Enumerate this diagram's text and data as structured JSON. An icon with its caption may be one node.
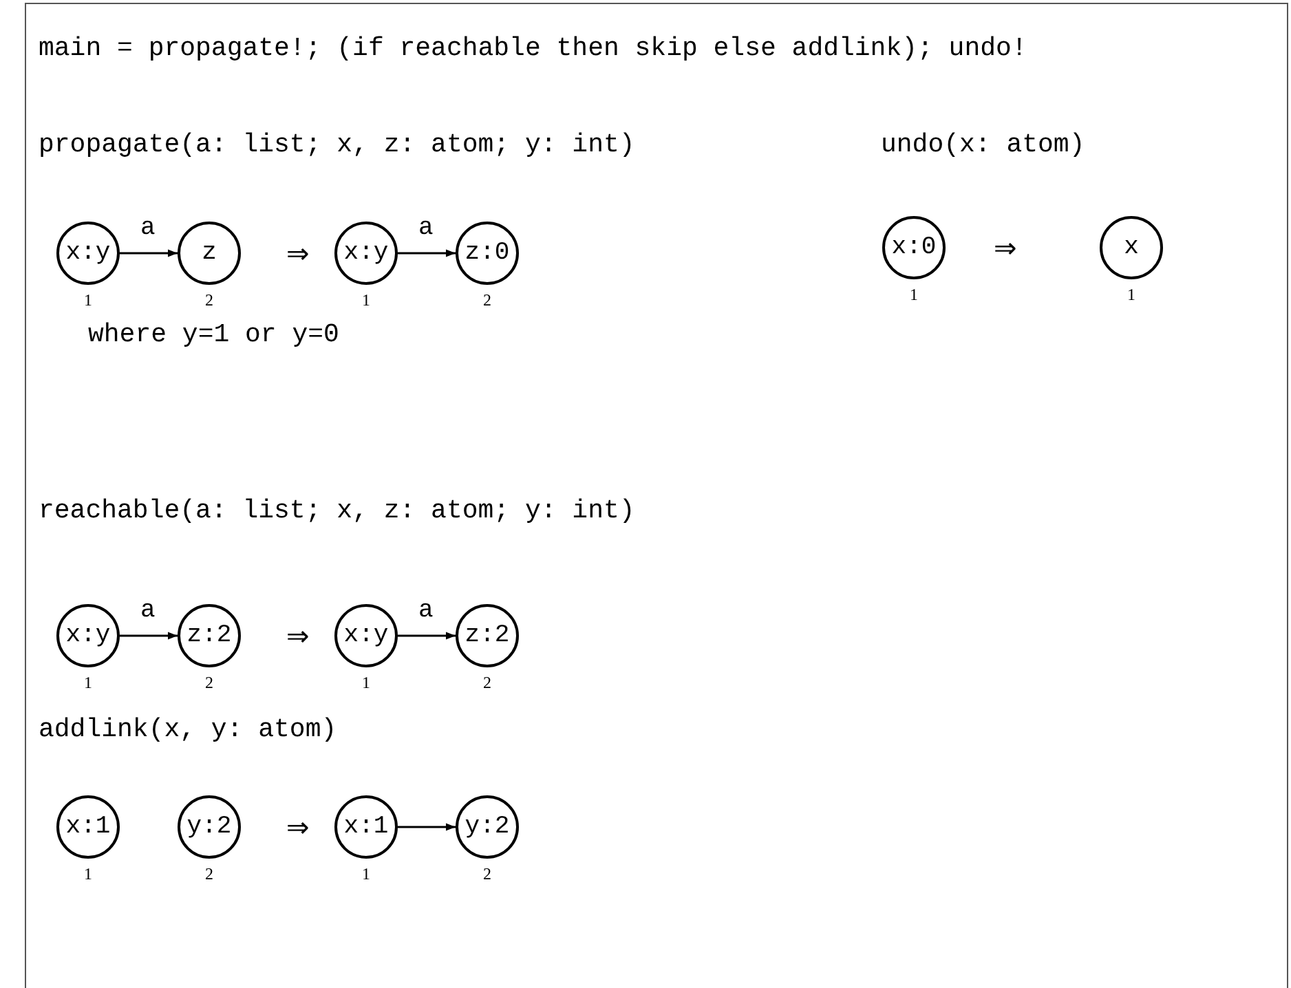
{
  "diagram": {
    "nodes": [
      {
        "text": [
          "x:y"
        ],
        "beside": [
          "1"
        ]
      },
      {
        "text": [
          "z"
        ],
        "beside": [
          "2"
        ]
      },
      {
        "text": [
          "x:y"
        ],
        "beside": [
          "1"
        ]
      },
      {
        "text": [
          "z:0"
        ],
        "beside": [
          "2"
        ]
      },
      {
        "text": [
          "x:0"
        ],
        "beside": [
          "1"
        ]
      },
      {
        "text": [
          "x"
        ],
        "beside": [
          "1"
        ]
      },
      {
        "text": [
          "x:y"
        ],
        "beside": [
          "1"
        ]
      },
      {
        "text": [
          "z:2"
        ],
        "beside": [
          "2"
        ]
      },
      {
        "text": [
          "x:y"
        ],
        "beside": [
          "1"
        ]
      },
      {
        "text": [
          "z:2"
        ],
        "beside": [
          "2"
        ]
      },
      {
        "text": [
          "x:1"
        ],
        "beside": [
          "1"
        ]
      },
      {
        "text": [
          "y:2"
        ],
        "beside": [
          "2"
        ]
      },
      {
        "text": [
          "x:1"
        ],
        "beside": [
          "1"
        ]
      },
      {
        "text": [
          "y:2"
        ],
        "beside": [
          "2"
        ]
      }
    ],
    "edges": [
      {
        "from": 0,
        "to": 1,
        "arrow": "to",
        "label": "a"
      },
      {
        "from": 2,
        "to": 3,
        "arrow": "to",
        "label": "a"
      },
      {
        "from": 6,
        "to": 7,
        "arrow": "to",
        "label": "a"
      },
      {
        "from": 8,
        "to": 9,
        "arrow": "to",
        "label": "a"
      },
      {
        "from": 12,
        "to": 13,
        "arrow": "to"
      }
    ],
    "labels": [
      "main = propagate!; (if reachable then skip else addlink); undo!",
      "propagate(a: list; x, z: atom; y: int)",
      "undo(x: atom)",
      "⇒",
      "⇒",
      "where y=1 or y=0",
      "reachable(a: list; x, z: atom; y: int)",
      "⇒",
      "addlink(x, y: atom)",
      "⇒"
    ]
  }
}
